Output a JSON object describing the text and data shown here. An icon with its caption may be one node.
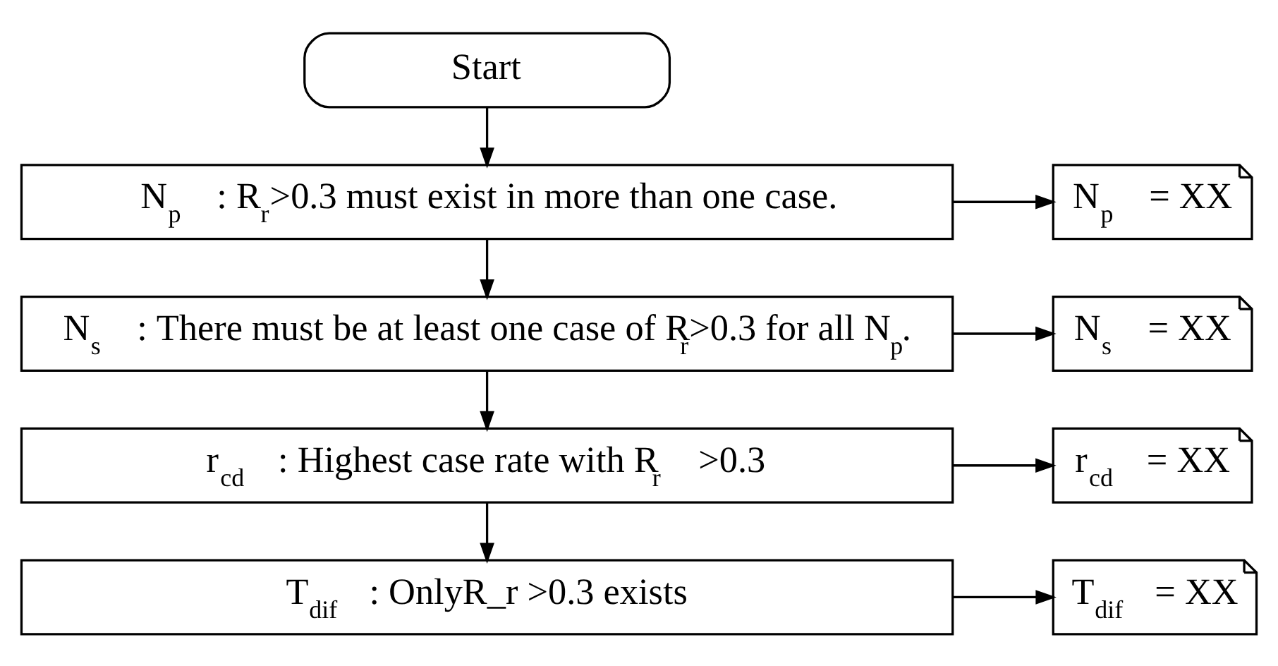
{
  "diagram": {
    "nodes": [
      {
        "text": [
          "Start"
        ]
      },
      {
        "text": [
          "N$_{p}$ : R$_{r}$>0.3 must exist in more than one case."
        ]
      },
      {
        "text": [
          "N$_{s}$ : There must be at least one case of R$_{r}$>0.3 for all N$_{p}$."
        ]
      },
      {
        "text": [
          "r$_{cd}$ : Highest case rate with R$_{r}$ >0.3"
        ]
      },
      {
        "text": [
          "T$_{dif}$ : OnlyR_r >0.3 exists"
        ]
      },
      {
        "text": [
          "N$_{p}$ = XX"
        ]
      },
      {
        "text": [
          "N$_{s}$ = XX"
        ]
      },
      {
        "text": [
          "r$_{cd}$ = XX"
        ]
      },
      {
        "text": [
          "T$_{dif}$ = XX"
        ]
      }
    ],
    "edges": [
      {
        "from": 0,
        "to": 1,
        "arrow": "to"
      },
      {
        "from": 1,
        "to": 2,
        "arrow": "to"
      },
      {
        "from": 2,
        "to": 3,
        "arrow": "to"
      },
      {
        "from": 3,
        "to": 4,
        "arrow": "to"
      },
      {
        "from": 1,
        "to": 5,
        "arrow": "to"
      },
      {
        "from": 2,
        "to": 6,
        "arrow": "to"
      },
      {
        "from": 3,
        "to": 7,
        "arrow": "to"
      },
      {
        "from": 4,
        "to": 8,
        "arrow": "to"
      }
    ]
  }
}
